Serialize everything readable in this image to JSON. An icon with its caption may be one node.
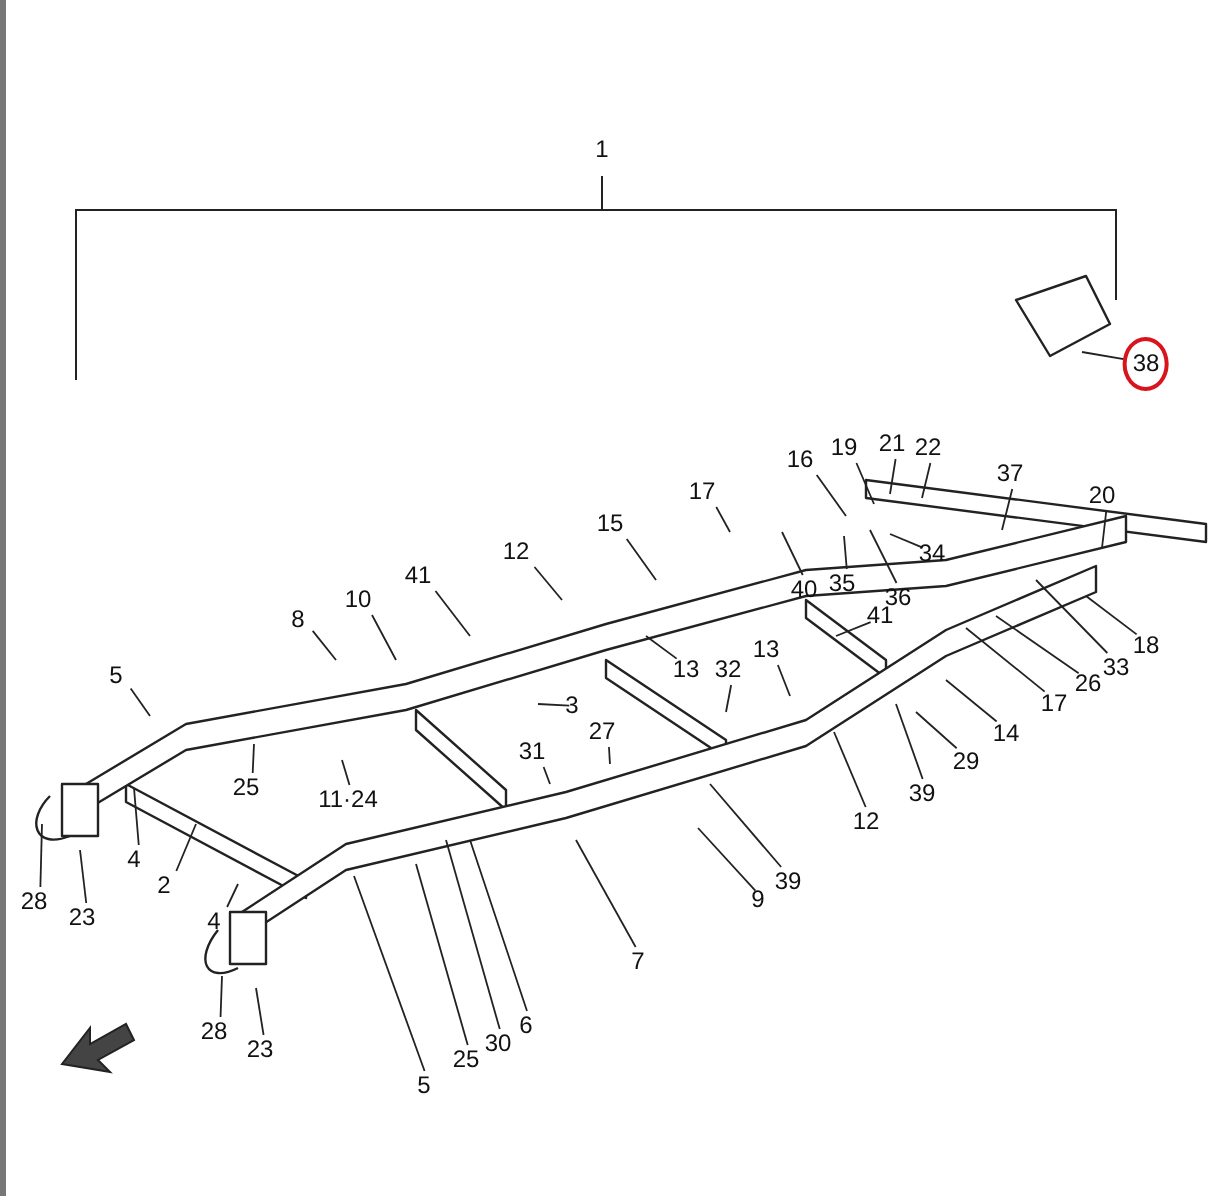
{
  "diagram": {
    "nodes": [
      {
        "text": [
          "38"
        ]
      },
      {
        "text": [
          "21"
        ]
      },
      {
        "text": [
          "19"
        ]
      },
      {
        "text": [
          "22"
        ]
      },
      {
        "text": [
          "16"
        ]
      },
      {
        "text": [
          "37"
        ]
      },
      {
        "text": [
          "17"
        ]
      },
      {
        "text": [
          "20"
        ]
      },
      {
        "text": [
          "15"
        ]
      },
      {
        "text": [
          "12"
        ]
      },
      {
        "text": [
          "34"
        ]
      },
      {
        "text": [
          "41"
        ]
      },
      {
        "text": [
          "35"
        ]
      },
      {
        "text": [
          "36"
        ]
      },
      {
        "text": [
          "40"
        ]
      },
      {
        "text": [
          "10"
        ]
      },
      {
        "text": [
          "41"
        ]
      },
      {
        "text": [
          "8"
        ]
      },
      {
        "text": [
          "18"
        ]
      },
      {
        "text": [
          "13"
        ]
      },
      {
        "text": [
          "33"
        ]
      },
      {
        "text": [
          "13"
        ]
      },
      {
        "text": [
          "32"
        ]
      },
      {
        "text": [
          "5"
        ]
      },
      {
        "text": [
          "26"
        ]
      },
      {
        "text": [
          "17"
        ]
      },
      {
        "text": [
          "3"
        ]
      },
      {
        "text": [
          "27"
        ]
      },
      {
        "text": [
          "14"
        ]
      },
      {
        "text": [
          "31"
        ]
      },
      {
        "text": [
          "29"
        ]
      },
      {
        "text": [
          "25"
        ]
      },
      {
        "text": [
          "39"
        ]
      },
      {
        "text": [
          "11·24"
        ]
      },
      {
        "text": [
          "12"
        ]
      },
      {
        "text": [
          "4"
        ]
      },
      {
        "text": [
          "39"
        ]
      },
      {
        "text": [
          "2"
        ]
      },
      {
        "text": [
          "9"
        ]
      },
      {
        "text": [
          "28"
        ]
      },
      {
        "text": [
          "23"
        ]
      },
      {
        "text": [
          "4"
        ]
      },
      {
        "text": [
          "7"
        ]
      },
      {
        "text": [
          "6"
        ]
      },
      {
        "text": [
          "28"
        ]
      },
      {
        "text": [
          "30"
        ]
      },
      {
        "text": [
          "23"
        ]
      },
      {
        "text": [
          "25"
        ]
      },
      {
        "text": [
          "5"
        ]
      }
    ],
    "edges": [
      {
        "from": 0,
        "to": null,
        "arrow": "none"
      },
      {
        "from": 1,
        "to": null,
        "arrow": "none"
      },
      {
        "from": 2,
        "to": null,
        "arrow": "none"
      },
      {
        "from": 3,
        "to": null,
        "arrow": "none"
      },
      {
        "from": 4,
        "to": null,
        "arrow": "none"
      },
      {
        "from": 5,
        "to": null,
        "arrow": "none"
      },
      {
        "from": 6,
        "to": null,
        "arrow": "none"
      },
      {
        "from": 7,
        "to": null,
        "arrow": "none"
      },
      {
        "from": 8,
        "to": null,
        "arrow": "none"
      },
      {
        "from": 9,
        "to": null,
        "arrow": "none"
      },
      {
        "from": 10,
        "to": null,
        "arrow": "none"
      },
      {
        "from": 11,
        "to": null,
        "arrow": "none"
      },
      {
        "from": 12,
        "to": null,
        "arrow": "none"
      },
      {
        "from": 13,
        "to": null,
        "arrow": "none"
      },
      {
        "from": 14,
        "to": null,
        "arrow": "none"
      },
      {
        "from": 15,
        "to": null,
        "arrow": "none"
      },
      {
        "from": 16,
        "to": null,
        "arrow": "none"
      },
      {
        "from": 17,
        "to": null,
        "arrow": "none"
      },
      {
        "from": 18,
        "to": null,
        "arrow": "none"
      },
      {
        "from": 19,
        "to": null,
        "arrow": "none"
      },
      {
        "from": 20,
        "to": null,
        "arrow": "none"
      },
      {
        "from": 21,
        "to": null,
        "arrow": "none"
      },
      {
        "from": 22,
        "to": null,
        "arrow": "none"
      },
      {
        "from": 23,
        "to": null,
        "arrow": "none"
      },
      {
        "from": 24,
        "to": null,
        "arrow": "none"
      },
      {
        "from": 25,
        "to": null,
        "arrow": "none"
      },
      {
        "from": 26,
        "to": null,
        "arrow": "none"
      },
      {
        "from": 27,
        "to": null,
        "arrow": "none"
      },
      {
        "from": 28,
        "to": null,
        "arrow": "none"
      },
      {
        "from": 29,
        "to": null,
        "arrow": "none"
      },
      {
        "from": 30,
        "to": null,
        "arrow": "none"
      },
      {
        "from": 31,
        "to": null,
        "arrow": "none"
      },
      {
        "from": 32,
        "to": null,
        "arrow": "none"
      },
      {
        "from": 33,
        "to": null,
        "arrow": "none"
      },
      {
        "from": 34,
        "to": null,
        "arrow": "none"
      },
      {
        "from": 35,
        "to": null,
        "arrow": "none"
      },
      {
        "from": 36,
        "to": null,
        "arrow": "none"
      },
      {
        "from": 37,
        "to": null,
        "arrow": "none"
      },
      {
        "from": 38,
        "to": null,
        "arrow": "none"
      },
      {
        "from": 39,
        "to": null,
        "arrow": "none"
      },
      {
        "from": 40,
        "to": null,
        "arrow": "none"
      },
      {
        "from": 41,
        "to": null,
        "arrow": "none"
      },
      {
        "from": 42,
        "to": null,
        "arrow": "none"
      },
      {
        "from": 43,
        "to": null,
        "arrow": "none"
      },
      {
        "from": 44,
        "to": null,
        "arrow": "none"
      },
      {
        "from": 45,
        "to": null,
        "arrow": "none"
      },
      {
        "from": 46,
        "to": null,
        "arrow": "none"
      },
      {
        "from": 47,
        "to": null,
        "arrow": "none"
      },
      {
        "from": 48,
        "to": null,
        "arrow": "none"
      }
    ],
    "labels": [
      "1"
    ]
  }
}
